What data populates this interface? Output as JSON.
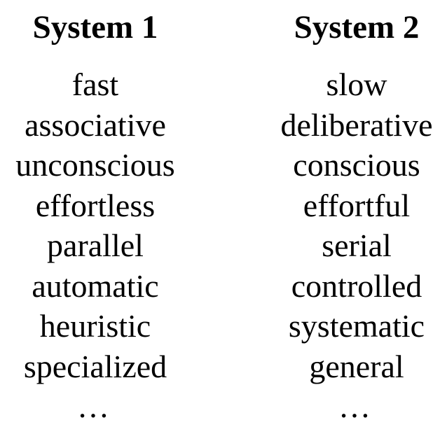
{
  "columns": [
    {
      "heading": "System 1",
      "items": [
        "fast",
        "associative",
        "unconscious",
        "effortless",
        "parallel",
        "automatic",
        "heuristic",
        "specialized"
      ],
      "ellipsis": "…"
    },
    {
      "heading": "System 2",
      "items": [
        "slow",
        "deliberative",
        "conscious",
        "effortful",
        "serial",
        "controlled",
        "systematic",
        "general"
      ],
      "ellipsis": "…"
    }
  ]
}
